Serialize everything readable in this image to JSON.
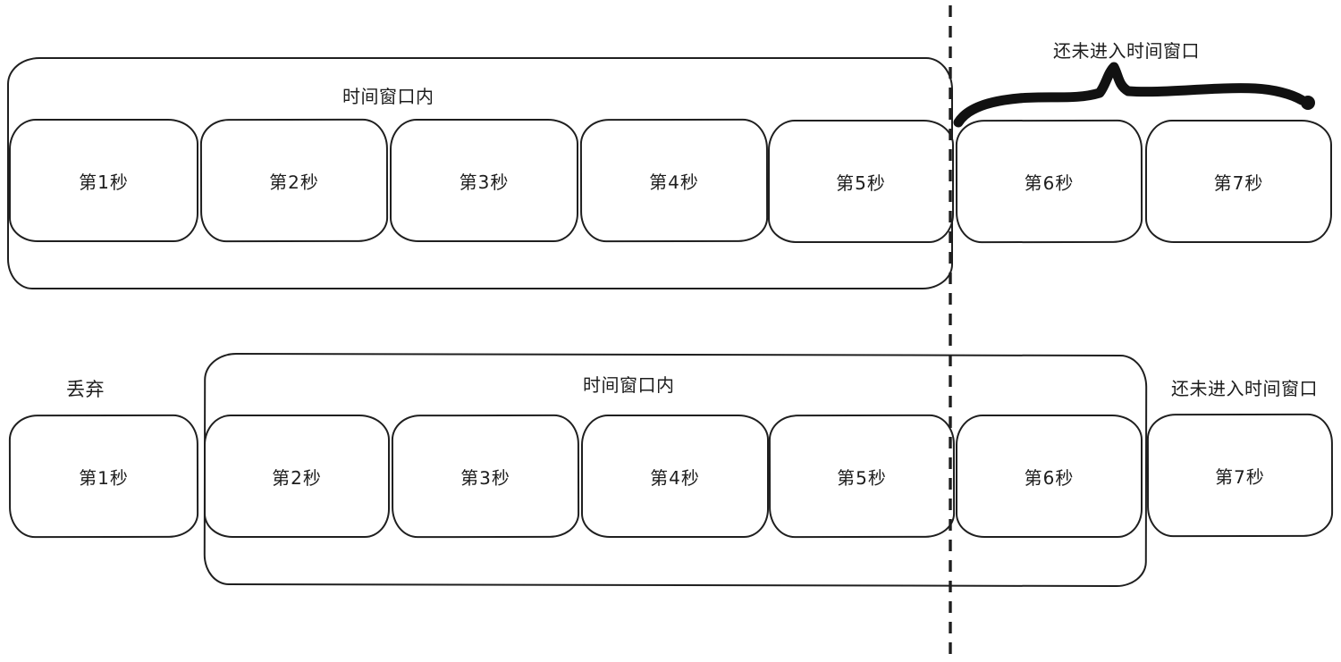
{
  "colors": {
    "ink": "#1d1d1d",
    "brace": "#111111",
    "background": "#ffffff"
  },
  "top_diagram": {
    "window_label": "时间窗口内",
    "outside_label": "还未进入时间窗口",
    "seconds": [
      "第1秒",
      "第2秒",
      "第3秒",
      "第4秒",
      "第5秒",
      "第6秒",
      "第7秒"
    ],
    "seconds_inside_window": [
      "第1秒",
      "第2秒",
      "第3秒",
      "第4秒",
      "第5秒"
    ],
    "seconds_outside_window": [
      "第6秒",
      "第7秒"
    ]
  },
  "bottom_diagram": {
    "discard_label": "丢弃",
    "window_label": "时间窗口内",
    "outside_label": "还未进入时间窗口",
    "seconds": [
      "第1秒",
      "第2秒",
      "第3秒",
      "第4秒",
      "第5秒",
      "第6秒",
      "第7秒"
    ],
    "seconds_discarded": [
      "第1秒"
    ],
    "seconds_inside_window": [
      "第2秒",
      "第3秒",
      "第4秒",
      "第5秒",
      "第6秒"
    ],
    "seconds_outside_window": [
      "第7秒"
    ]
  }
}
